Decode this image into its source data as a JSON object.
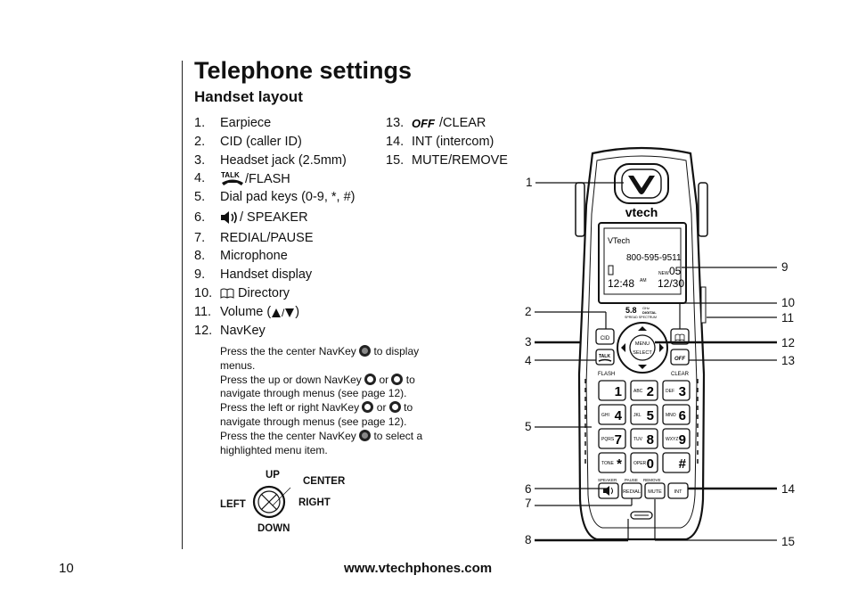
{
  "title": "Telephone settings",
  "subtitle": "Handset layout",
  "left_list": [
    {
      "num": "1.",
      "text": "Earpiece"
    },
    {
      "num": "2.",
      "text": "CID (caller ID)"
    },
    {
      "num": "3.",
      "text": "Headset jack (2.5mm)"
    },
    {
      "num": "4.",
      "text": "/FLASH",
      "icon": "talk-icon",
      "icon_text": "TALK"
    },
    {
      "num": "5.",
      "text": "Dial pad keys (0-9, *, #)"
    },
    {
      "num": "6.",
      "text": "/ SPEAKER",
      "icon": "speaker-icon"
    },
    {
      "num": "7.",
      "text": "REDIAL/PAUSE"
    },
    {
      "num": "8.",
      "text": "Microphone"
    },
    {
      "num": "9.",
      "text": "Handset display"
    },
    {
      "num": "10.",
      "text": "Directory",
      "icon": "book-icon"
    },
    {
      "num": "11.",
      "text": "Volume (",
      "suffix": ")",
      "icon": "volume-arrows-icon"
    },
    {
      "num": "12.",
      "text": "NavKey"
    }
  ],
  "right_list": [
    {
      "num": "13.",
      "text": "/CLEAR",
      "icon": "off-icon",
      "icon_text": "OFF"
    },
    {
      "num": "14.",
      "text": "INT (intercom)"
    },
    {
      "num": "15.",
      "text": "MUTE/REMOVE"
    }
  ],
  "navkey_text": {
    "p1a": "Press the the center NavKey",
    "p1b": "to display menus.",
    "p2a": "Press the up or down NavKey",
    "p2or": "or",
    "p2b": "to navigate through menus (see page 12).",
    "p3a": "Press the left or right NavKey",
    "p3or": "or",
    "p3b": "to navigate through menus (see page 12).",
    "p4a": "Press the the center NavKey",
    "p4b": "to select a highlighted menu item."
  },
  "navkey_diagram": {
    "up": "UP",
    "down": "DOWN",
    "left": "LEFT",
    "right": "RIGHT",
    "center": "CENTER"
  },
  "phone": {
    "brand": "vtech",
    "screen_line1": "VTech",
    "screen_line2": "800-595-9511",
    "screen_new": "NEW",
    "screen_count": "05",
    "screen_time": "12:48",
    "screen_am": "AM",
    "screen_date": "12/30",
    "badge_58": "5.8",
    "badge_ghz": "GHz",
    "badge_digital": "DIGITAL",
    "badge_ss": "SPREAD SPECTRUM",
    "cid": "CID",
    "talk": "TALK",
    "flash": "FLASH",
    "off": "OFF",
    "clear": "CLEAR",
    "menu": "MENU",
    "select": "SELECT",
    "speaker_lbl": "SPEAKER",
    "pause_lbl": "PAUSE",
    "remove_lbl": "REMOVE",
    "redial": "REDIAL",
    "mute": "MUTE",
    "int": "INT",
    "keys": [
      {
        "sub": "",
        "main": "1"
      },
      {
        "sub": "ABC",
        "main": "2"
      },
      {
        "sub": "DEF",
        "main": "3"
      },
      {
        "sub": "GHI",
        "main": "4"
      },
      {
        "sub": "JKL",
        "main": "5"
      },
      {
        "sub": "MNO",
        "main": "6"
      },
      {
        "sub": "PQRS",
        "main": "7"
      },
      {
        "sub": "TUV",
        "main": "8"
      },
      {
        "sub": "WXYZ",
        "main": "9"
      },
      {
        "sub": "TONE",
        "main": "*"
      },
      {
        "sub": "OPER",
        "main": "0"
      },
      {
        "sub": "",
        "main": "#"
      }
    ]
  },
  "callouts": [
    "1",
    "2",
    "3",
    "4",
    "5",
    "6",
    "7",
    "8",
    "9",
    "10",
    "11",
    "12",
    "13",
    "14",
    "15"
  ],
  "footer": {
    "page": "10",
    "url": "www.vtechphones.com"
  }
}
